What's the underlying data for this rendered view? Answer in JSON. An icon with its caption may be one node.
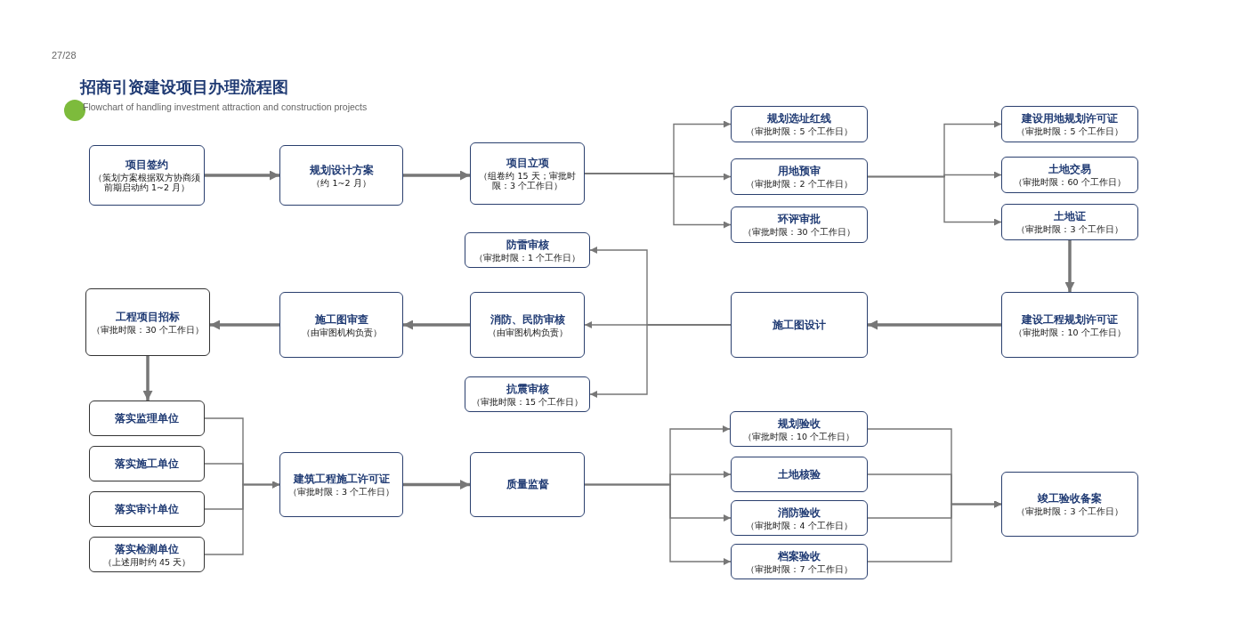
{
  "diagram": {
    "title": "招商引资建设项目办理流程图",
    "caption": "Flowchart of handling investment attraction and construction projects",
    "nodes": [
      {
        "text": [
          "项目签约",
          "（策划方案根据双方协商须前期启动约 1~2 月）"
        ]
      },
      {
        "text": [
          "规划设计方案",
          "（约 1~2 月）"
        ]
      },
      {
        "text": [
          "项目立项",
          "（组卷约 15 天；审批时限：3 个工作日）"
        ]
      },
      {
        "text": [
          "规划选址红线",
          "（审批时限：5 个工作日）"
        ]
      },
      {
        "text": [
          "用地预审",
          "（审批时限：2 个工作日）"
        ]
      },
      {
        "text": [
          "环评审批",
          "（审批时限：30 个工作日）"
        ]
      },
      {
        "text": [
          "建设用地规划许可证",
          "（审批时限：5 个工作日）"
        ]
      },
      {
        "text": [
          "土地交易",
          "（审批时限：60 个工作日）"
        ]
      },
      {
        "text": [
          "土地证",
          "（审批时限：3 个工作日）"
        ]
      },
      {
        "text": [
          "建设工程规划许可证",
          "（审批时限：10 个工作日）"
        ]
      },
      {
        "text": [
          "施工图设计"
        ]
      },
      {
        "text": [
          "防雷审核",
          "（审批时限：1 个工作日）"
        ]
      },
      {
        "text": [
          "消防、民防审核",
          "（由审图机构负责）"
        ]
      },
      {
        "text": [
          "抗震审核",
          "（审批时限：15 个工作日）"
        ]
      },
      {
        "text": [
          "施工图审查",
          "（由审图机构负责）"
        ]
      },
      {
        "text": [
          "工程项目招标",
          "（审批时限：30 个工作日）"
        ]
      },
      {
        "text": [
          "落实监理单位"
        ]
      },
      {
        "text": [
          "落实施工单位"
        ]
      },
      {
        "text": [
          "落实审计单位"
        ]
      },
      {
        "text": [
          "落实检测单位",
          "（上述用时约 45 天）"
        ]
      },
      {
        "text": [
          "建筑工程施工许可证",
          "（审批时限：3 个工作日）"
        ]
      },
      {
        "text": [
          "质量监督"
        ]
      },
      {
        "text": [
          "规划验收",
          "（审批时限：10 个工作日）"
        ]
      },
      {
        "text": [
          "土地核验"
        ]
      },
      {
        "text": [
          "消防验收",
          "（审批时限：4 个工作日）"
        ]
      },
      {
        "text": [
          "档案验收",
          "（审批时限：7 个工作日）"
        ]
      },
      {
        "text": [
          "竣工验收备案",
          "（审批时限：3 个工作日）"
        ]
      }
    ],
    "edges": [
      {
        "from": 0,
        "to": 1,
        "arrow": "to",
        "style": "thick"
      },
      {
        "from": 1,
        "to": 2,
        "arrow": "to",
        "style": "thick"
      },
      {
        "from": 2,
        "to": 3,
        "arrow": "to"
      },
      {
        "from": 2,
        "to": 4,
        "arrow": "to"
      },
      {
        "from": 2,
        "to": 5,
        "arrow": "to"
      },
      {
        "from": 4,
        "to": 6,
        "arrow": "to"
      },
      {
        "from": 4,
        "to": 7,
        "arrow": "to"
      },
      {
        "from": 4,
        "to": 8,
        "arrow": "to"
      },
      {
        "from": 8,
        "to": 9,
        "arrow": "to",
        "style": "thick"
      },
      {
        "from": 9,
        "to": 10,
        "arrow": "to",
        "style": "thick"
      },
      {
        "from": 10,
        "to": 11,
        "arrow": "to"
      },
      {
        "from": 10,
        "to": 12,
        "arrow": "to"
      },
      {
        "from": 10,
        "to": 13,
        "arrow": "to"
      },
      {
        "from": 12,
        "to": 14,
        "arrow": "to",
        "style": "thick"
      },
      {
        "from": 14,
        "to": 15,
        "arrow": "to",
        "style": "thick"
      },
      {
        "from": 15,
        "to": 16,
        "arrow": "to",
        "style": "thick"
      },
      {
        "from": 16,
        "to": 20,
        "arrow": "to"
      },
      {
        "from": 17,
        "to": 20,
        "arrow": "to"
      },
      {
        "from": 18,
        "to": 20,
        "arrow": "to"
      },
      {
        "from": 19,
        "to": 20,
        "arrow": "to"
      },
      {
        "from": 20,
        "to": 21,
        "arrow": "to",
        "style": "thick"
      },
      {
        "from": 21,
        "to": 22,
        "arrow": "to"
      },
      {
        "from": 21,
        "to": 23,
        "arrow": "to"
      },
      {
        "from": 21,
        "to": 24,
        "arrow": "to"
      },
      {
        "from": 21,
        "to": 25,
        "arrow": "to"
      },
      {
        "from": 22,
        "to": 26,
        "arrow": "to"
      },
      {
        "from": 23,
        "to": 26,
        "arrow": "to"
      },
      {
        "from": 24,
        "to": 26,
        "arrow": "to"
      },
      {
        "from": 25,
        "to": 26,
        "arrow": "to"
      }
    ],
    "labels": [
      "27/28"
    ]
  }
}
